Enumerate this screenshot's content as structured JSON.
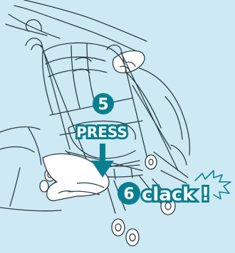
{
  "steps": {
    "press": {
      "number": "5",
      "label": "PRESS"
    },
    "clack": {
      "number": "6",
      "label": "clack !"
    }
  },
  "colors": {
    "background": "#cde9f3",
    "accent": "#0a7f92",
    "line": "#2c3e44"
  },
  "icons": {
    "press_arrow": "arrow-down-icon"
  }
}
